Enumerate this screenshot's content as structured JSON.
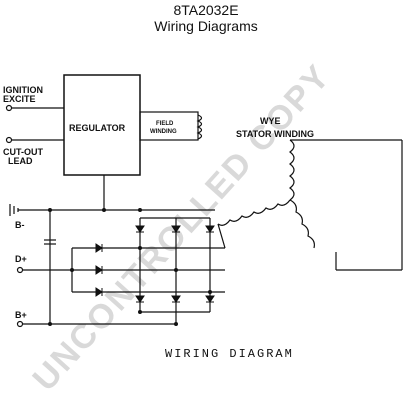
{
  "header": {
    "title": "8TA2032E",
    "subtitle": "Wiring Diagrams"
  },
  "diagram": {
    "labels": {
      "ignition": "IGNITION",
      "excite": "EXCITE",
      "regulator": "REGULATOR",
      "field": "FIELD",
      "winding": "WINDING",
      "wye": "WYE",
      "stator_winding": "STATOR WINDING",
      "cutout": "CUT-OUT",
      "lead": "LEAD",
      "b_minus": "B-",
      "d_plus": "D+",
      "b_plus": "B+",
      "caption": "WIRING DIAGRAM"
    },
    "watermark": "UNCONTROLLED COPY",
    "line_color": "#111111",
    "watermark_color": "#d9d9d9"
  }
}
